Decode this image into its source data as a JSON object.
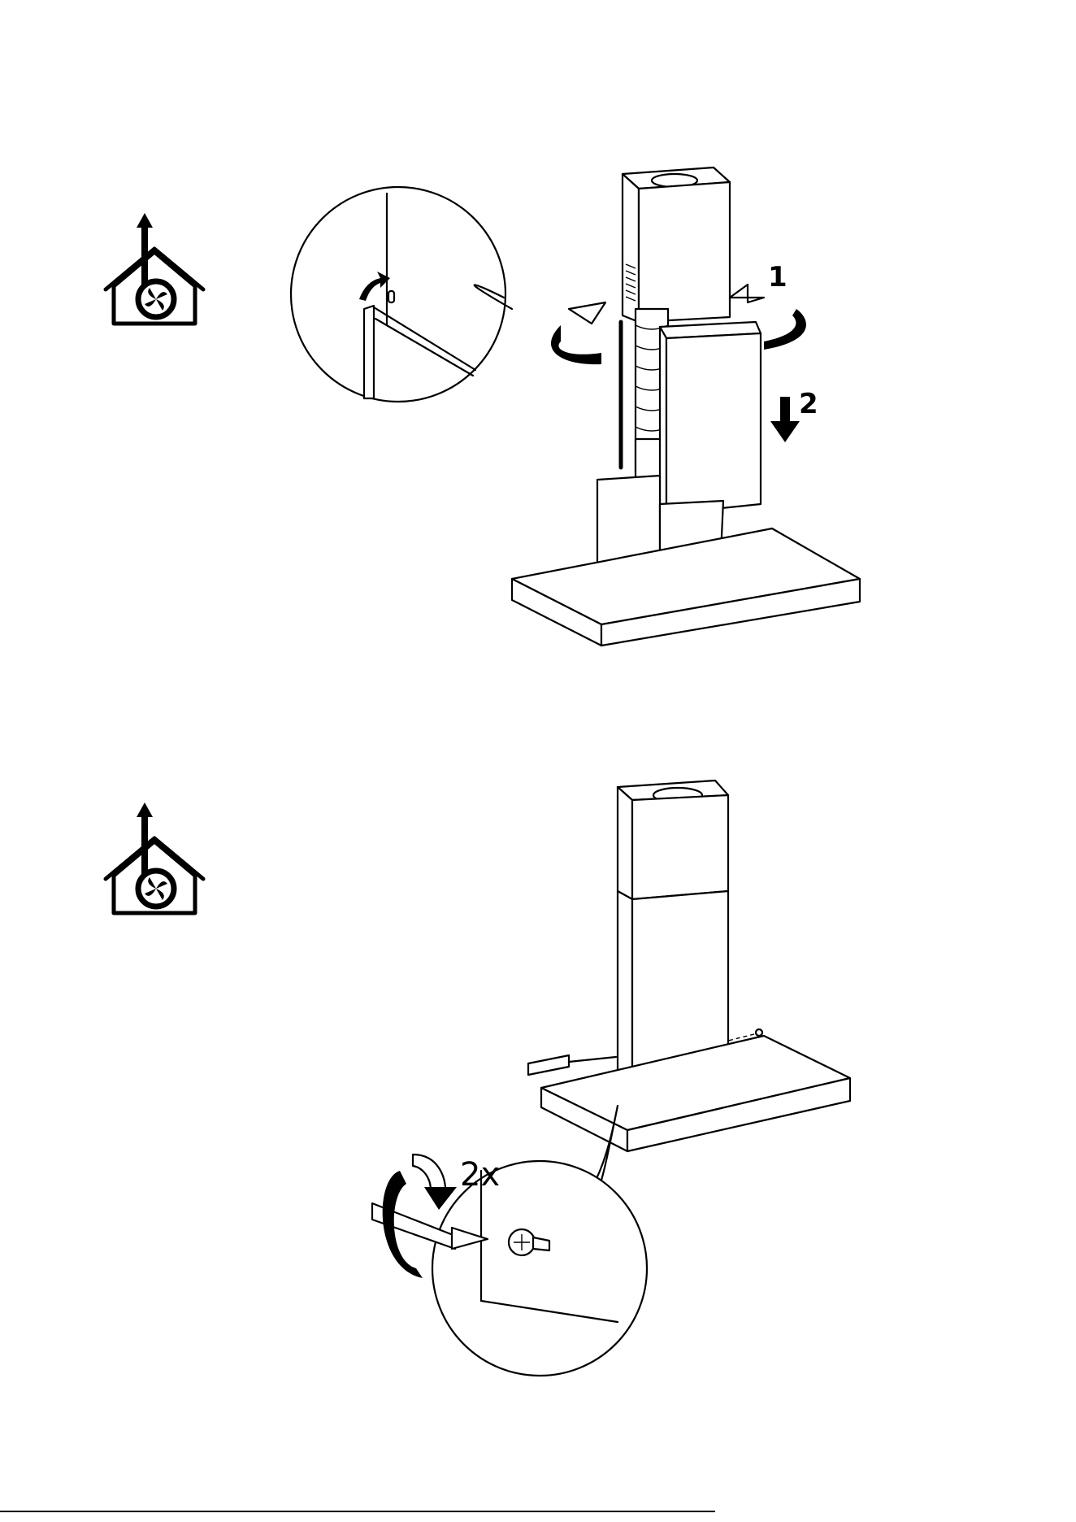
{
  "steps": [
    {
      "arrow_labels": [
        "1",
        "2"
      ]
    },
    {
      "count_label": "2x"
    }
  ],
  "icons": {
    "mode": "house-fan-exhaust-icon"
  },
  "colors": {
    "ink": "#000000",
    "paper": "#ffffff"
  }
}
